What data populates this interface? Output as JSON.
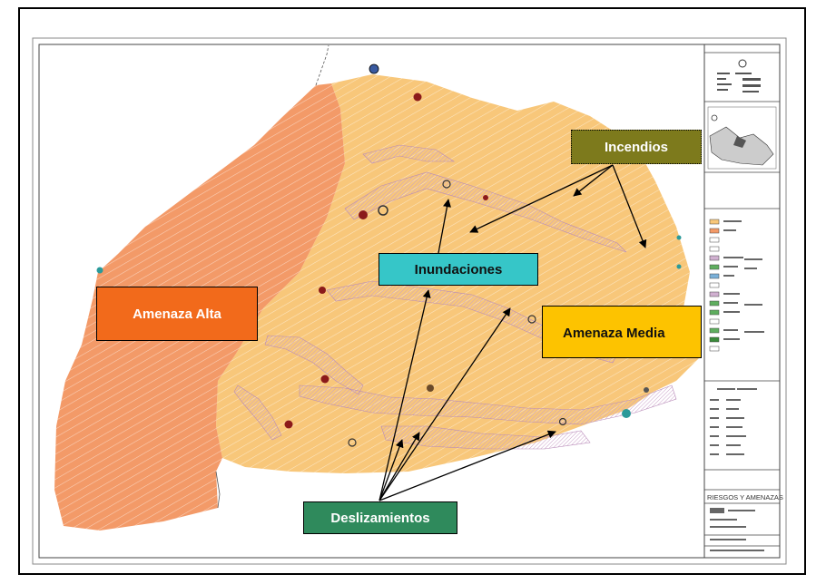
{
  "labels": {
    "amenaza_alta": "Amenaza Alta",
    "inundaciones": "Inundaciones",
    "incendios": "Incendios",
    "amenaza_media": "Amenaza Media",
    "deslizamientos": "Deslizamientos"
  },
  "sheet": {
    "title_block_text": "RIESGOS Y AMENAZAS"
  },
  "colors": {
    "amenaza_alta": "#f26a1b",
    "amenaza_media": "#fdc300",
    "inundaciones": "#36c6c8",
    "incendios": "#7d7a1c",
    "deslizamientos": "#2f8a5c",
    "map_high_zone": "#f39a68",
    "map_medium_zone": "#f8c77a"
  }
}
